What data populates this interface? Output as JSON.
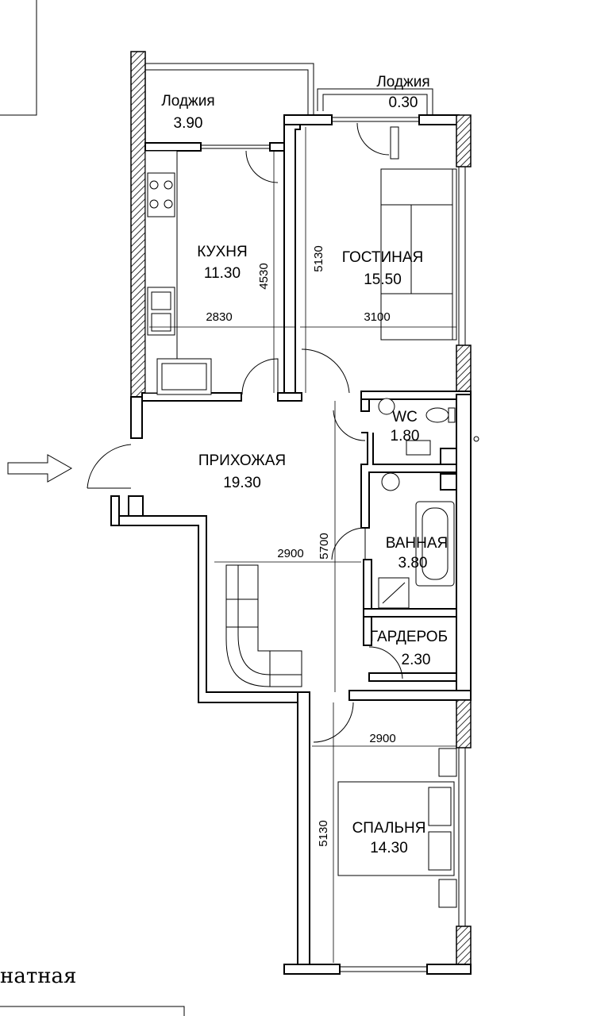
{
  "rooms": {
    "loggia_kitchen": {
      "name": "Лоджия",
      "area": "3.90"
    },
    "loggia_living": {
      "name": "Лоджия",
      "area": "0.30"
    },
    "kitchen": {
      "name": "КУХНЯ",
      "area": "11.30"
    },
    "living": {
      "name": "ГОСТИНАЯ",
      "area": "15.50"
    },
    "wc": {
      "name": "WC",
      "area": "1.80"
    },
    "hall": {
      "name": "ПРИХОЖАЯ",
      "area": "19.30"
    },
    "bath": {
      "name": "ВАННАЯ",
      "area": "3.80"
    },
    "wardrobe": {
      "name": "ГАРДЕРОБ",
      "area": "2.30"
    },
    "bedroom": {
      "name": "СПАЛЬНЯ",
      "area": "14.30"
    }
  },
  "dimensions": {
    "kitchen_width": "2830",
    "kitchen_depth": "4530",
    "living_width": "3100",
    "living_depth": "5130",
    "hall_width": "2900",
    "hall_depth": "5700",
    "bedroom_width": "2900",
    "bedroom_depth": "5130"
  },
  "footer_text": "натная",
  "colors": {
    "ink": "#000000",
    "paper": "#ffffff"
  }
}
